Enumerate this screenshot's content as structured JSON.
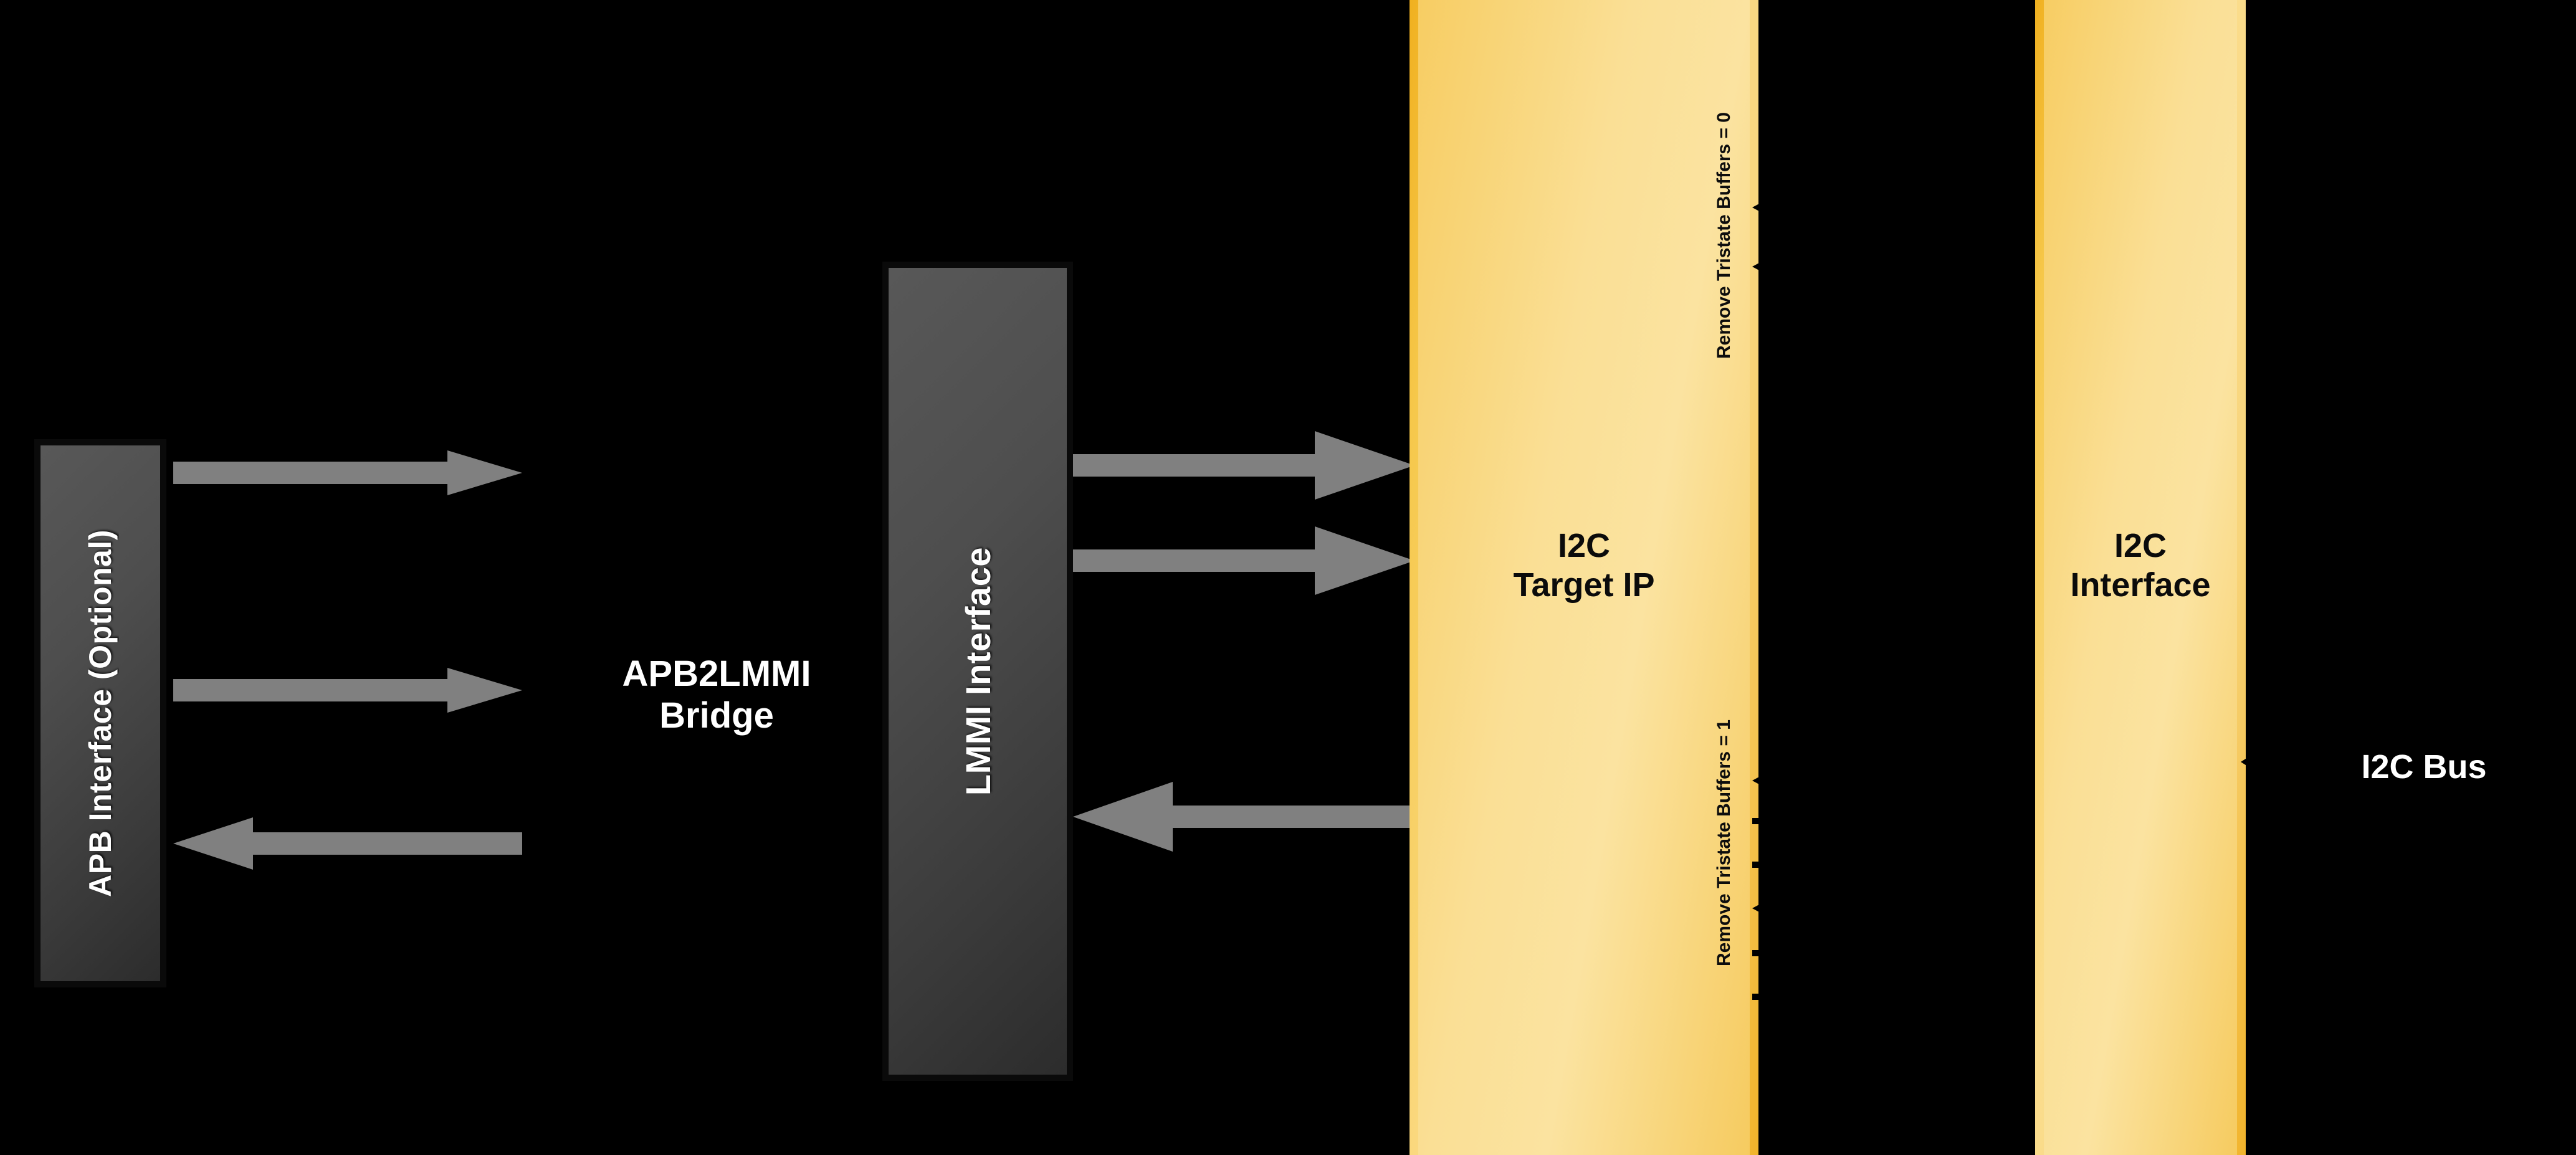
{
  "diagram": {
    "title": "I2C Target IP system block diagram",
    "background_color": "#000000",
    "accent_colors": {
      "block_gray": "#4a4a4a",
      "block_gray_border": "#0a0a0a",
      "arrow_gray": "#808080",
      "yellow_fill": "#fadf95",
      "yellow_border": "#f0b01f",
      "text_light": "#ffffff",
      "text_dark": "#0b0b0b"
    }
  },
  "blocks": {
    "apb_interface": {
      "label": "APB Interface (Optional)",
      "orientation": "vertical",
      "style": "gray"
    },
    "apb2lmmi_bridge": {
      "label": "APB2LMMI\nBridge",
      "orientation": "horizontal",
      "style": "text-only"
    },
    "lmmi_interface": {
      "label": "LMMI Interface",
      "orientation": "vertical",
      "style": "gray"
    },
    "i2c_target_ip": {
      "label": "I2C\nTarget IP",
      "orientation": "horizontal",
      "style": "yellow"
    },
    "i2c_interface": {
      "label": "I2C\nInterface",
      "orientation": "horizontal",
      "style": "yellow"
    },
    "i2c_bus": {
      "label": "I2C Bus",
      "orientation": "horizontal",
      "style": "text-only"
    }
  },
  "annotations": {
    "remove_tristate_buffers_0": "Remove Tristate Buffers = 0",
    "remove_tristate_buffers_1": "Remove Tristate Buffers = 1"
  },
  "connections": [
    {
      "name": "apb-to-bridge-top",
      "from": "apb_interface",
      "to": "apb2lmmi_bridge",
      "direction": "right"
    },
    {
      "name": "apb-to-bridge-middle",
      "from": "apb_interface",
      "to": "apb2lmmi_bridge",
      "direction": "right"
    },
    {
      "name": "bridge-to-apb-bottom",
      "from": "apb2lmmi_bridge",
      "to": "apb_interface",
      "direction": "left"
    },
    {
      "name": "lmmi-to-target-top",
      "from": "lmmi_interface",
      "to": "i2c_target_ip",
      "direction": "right"
    },
    {
      "name": "lmmi-to-target-second",
      "from": "lmmi_interface",
      "to": "i2c_target_ip",
      "direction": "right"
    },
    {
      "name": "target-to-lmmi",
      "from": "i2c_target_ip",
      "to": "lmmi_interface",
      "direction": "left"
    },
    {
      "name": "target-iface-sig-1",
      "from": "i2c_interface",
      "to": "i2c_target_ip",
      "direction": "left"
    },
    {
      "name": "target-iface-sig-2",
      "from": "i2c_interface",
      "to": "i2c_target_ip",
      "direction": "left"
    },
    {
      "name": "target-iface-sig-3",
      "from": "i2c_target_ip",
      "to": "i2c_interface",
      "direction": "right"
    },
    {
      "name": "target-iface-sig-4",
      "from": "i2c_target_ip",
      "to": "i2c_interface",
      "direction": "right"
    },
    {
      "name": "target-iface-sig-5",
      "from": "i2c_interface",
      "to": "i2c_target_ip",
      "direction": "left"
    },
    {
      "name": "target-iface-sig-6",
      "from": "i2c_target_ip",
      "to": "i2c_interface",
      "direction": "right"
    },
    {
      "name": "target-iface-sig-7",
      "from": "i2c_target_ip",
      "to": "i2c_interface",
      "direction": "right"
    },
    {
      "name": "target-iface-sig-8",
      "from": "i2c_interface",
      "to": "i2c_target_ip",
      "direction": "left"
    },
    {
      "name": "iface-to-bus",
      "from": "i2c_interface",
      "to": "i2c_bus",
      "direction": "right"
    }
  ]
}
